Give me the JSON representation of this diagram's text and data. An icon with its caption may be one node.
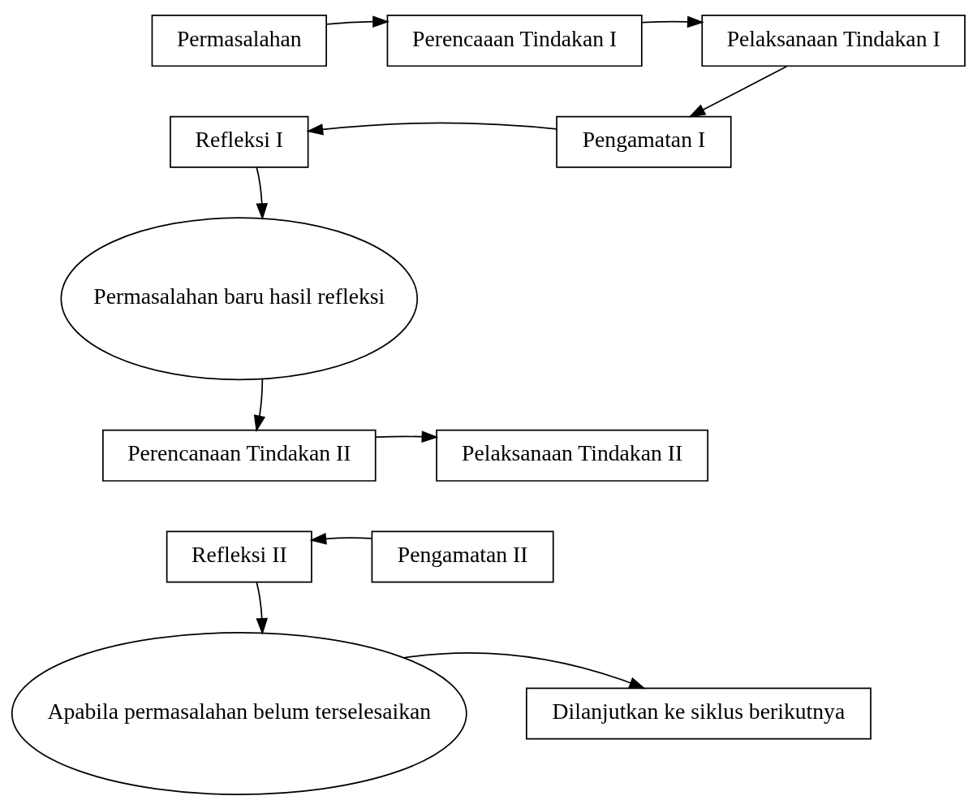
{
  "diagram": {
    "nodes": [
      {
        "text": [
          "Permasalahan"
        ]
      },
      {
        "text": [
          "Perencaaan Tindakan I"
        ]
      },
      {
        "text": [
          "Pelaksanaan Tindakan I"
        ]
      },
      {
        "text": [
          "Pengamatan I"
        ]
      },
      {
        "text": [
          "Refleksi I"
        ]
      },
      {
        "text": [
          "Permasalahan baru hasil refleksi"
        ]
      },
      {
        "text": [
          "Perencanaan Tindakan II"
        ]
      },
      {
        "text": [
          "Pelaksanaan Tindakan II"
        ]
      },
      {
        "text": [
          "Pengamatan II"
        ]
      },
      {
        "text": [
          "Refleksi II"
        ]
      },
      {
        "text": [
          "Apabila permasalahan belum terselesaikan"
        ]
      },
      {
        "text": [
          "Dilanjutkan ke siklus berikutnya"
        ]
      }
    ],
    "edges": [
      {
        "from": 0,
        "to": 1,
        "arrow": "to"
      },
      {
        "from": 1,
        "to": 2,
        "arrow": "to"
      },
      {
        "from": 2,
        "to": 3,
        "arrow": "to"
      },
      {
        "from": 3,
        "to": 4,
        "arrow": "to"
      },
      {
        "from": 4,
        "to": 5,
        "arrow": "to"
      },
      {
        "from": 5,
        "to": 6,
        "arrow": "to"
      },
      {
        "from": 6,
        "to": 7,
        "arrow": "to"
      },
      {
        "from": 8,
        "to": 9,
        "arrow": "to"
      },
      {
        "from": 9,
        "to": 10,
        "arrow": "to"
      },
      {
        "from": 10,
        "to": 11,
        "arrow": "to"
      }
    ]
  }
}
